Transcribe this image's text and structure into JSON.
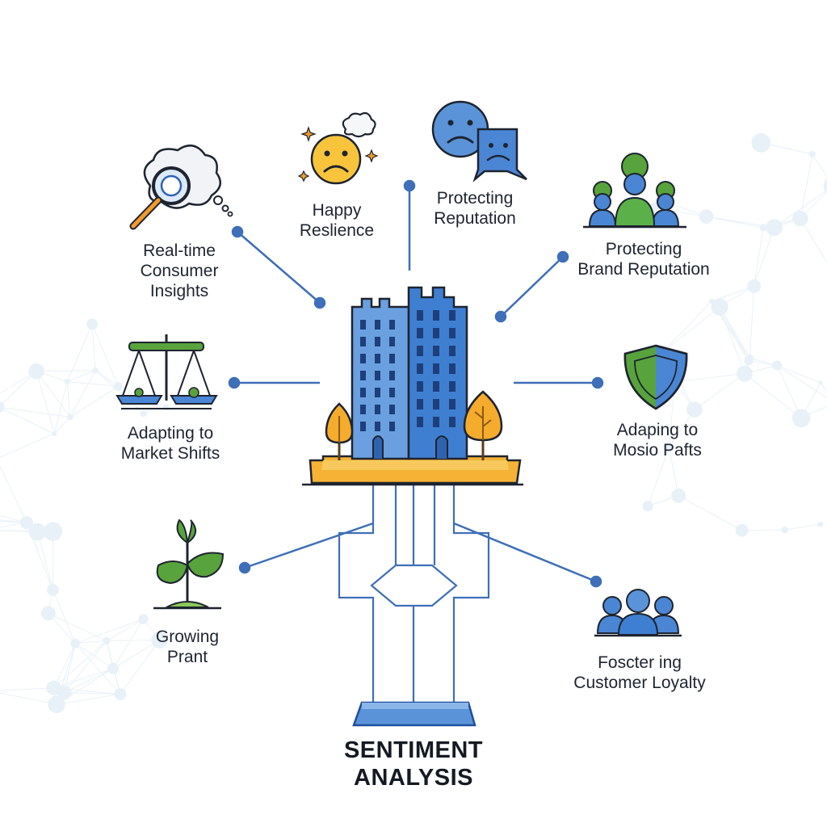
{
  "title": {
    "line1": "SENTIMENT",
    "line2": "ANALYSIS"
  },
  "nodes": [
    {
      "id": "realtime",
      "lines": [
        "Real-time",
        "Consumer",
        "Insights"
      ],
      "icon": "magnifier-cloud-icon"
    },
    {
      "id": "happy",
      "lines": [
        "Happy",
        "Reslience"
      ],
      "icon": "sad-face-thought-icon"
    },
    {
      "id": "protecting",
      "lines": [
        "Protecting",
        "Reputation"
      ],
      "icon": "sad-face-speech-icon"
    },
    {
      "id": "brand",
      "lines": [
        "Protecting",
        "Brand Reputation"
      ],
      "icon": "people-group-icon"
    },
    {
      "id": "adapting",
      "lines": [
        "Adapting to",
        "Market Shifts"
      ],
      "icon": "balance-scale-icon"
    },
    {
      "id": "adaping",
      "lines": [
        "Adaping to",
        "Mosio Pafts"
      ],
      "icon": "shield-icon"
    },
    {
      "id": "growing",
      "lines": [
        "Growing",
        "Prant"
      ],
      "icon": "sprout-icon"
    },
    {
      "id": "fostering",
      "lines": [
        "Foscter ing",
        "Customer Loyalty"
      ],
      "icon": "customer-group-icon"
    }
  ],
  "colors": {
    "blue": "#4a86d4",
    "blue_dark": "#1f4f9c",
    "green": "#58a33c",
    "orange": "#f3a323",
    "yellow": "#f7c43c",
    "line": "#3e6fb8",
    "network": "#d6e6f2"
  }
}
